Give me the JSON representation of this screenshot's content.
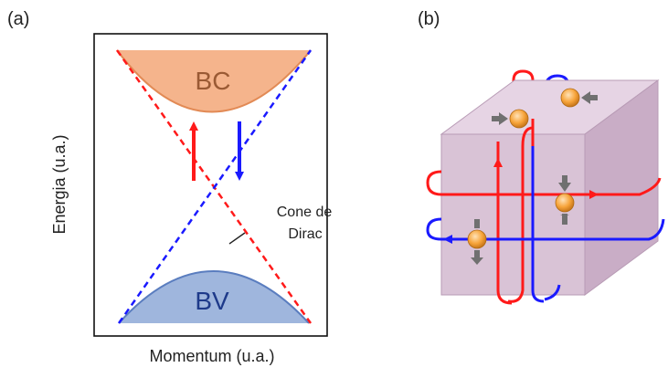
{
  "panel_a": {
    "label": "(a)",
    "conduction_band_label": "BC",
    "valence_band_label": "BV",
    "annotation_line1": "Cone de",
    "annotation_line2": "Dirac",
    "xlabel": "Momentum (u.a.)",
    "ylabel": "Energia (u.a.)"
  },
  "panel_b": {
    "label": "(b)"
  },
  "colors": {
    "red": "#ff1a1a",
    "blue": "#1a1aff",
    "conduction_fill": "#f5b48c",
    "conduction_stroke": "#e28a55",
    "valence_fill": "#9fb6dd",
    "valence_stroke": "#5a7dbf",
    "cube_front": "#d9c3d6",
    "cube_top": "#e6d4e4",
    "cube_side": "#c9adc6",
    "electron": "#f7a43a",
    "spin_arrow": "#707070"
  },
  "icons": {
    "electron": "electron-spin-icon"
  }
}
